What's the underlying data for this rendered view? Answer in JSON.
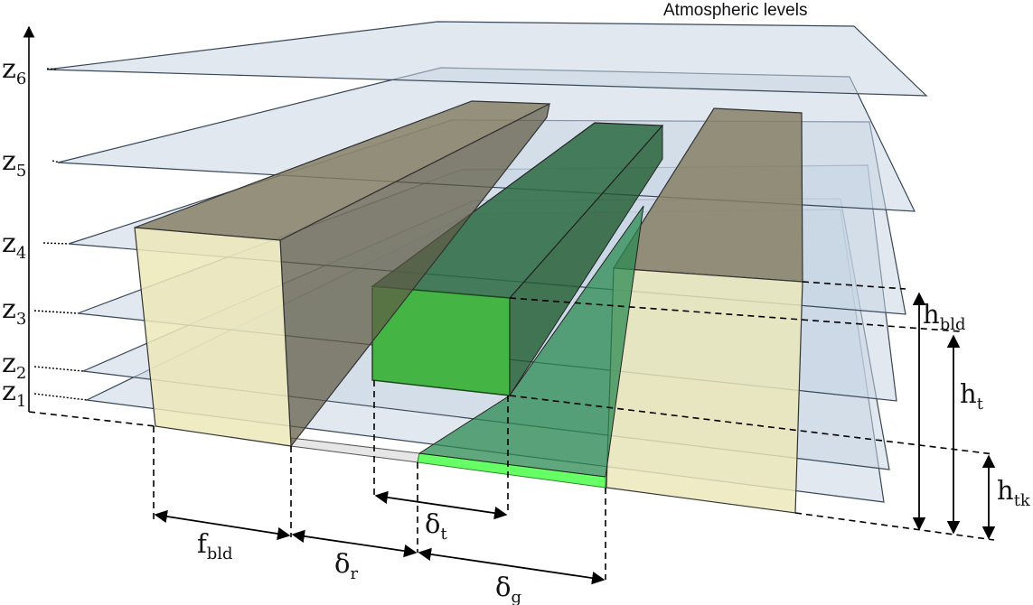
{
  "title": "Atmospheric levels",
  "levels": [
    {
      "main": "z",
      "sub": "6"
    },
    {
      "main": "z",
      "sub": "5"
    },
    {
      "main": "z",
      "sub": "4"
    },
    {
      "main": "z",
      "sub": "3"
    },
    {
      "main": "z",
      "sub": "2"
    },
    {
      "main": "z",
      "sub": "1"
    }
  ],
  "heights": {
    "bld": {
      "main": "h",
      "sub": "bld"
    },
    "t": {
      "main": "h",
      "sub": "t"
    },
    "tk": {
      "main": "h",
      "sub": "tk"
    }
  },
  "widths": {
    "fbld": {
      "main": "f",
      "sub": "bld"
    },
    "dr": {
      "main": "δ",
      "sub": "r"
    },
    "dt": {
      "main": "δ",
      "sub": "t"
    },
    "dg": {
      "main": "δ",
      "sub": "g"
    }
  },
  "colors": {
    "plane_fill": "#c8d6e4",
    "building_wall": "#ece8b8",
    "building_roof": "#847d60",
    "tree_front": "#44b444",
    "tree_top": "#2a6a42",
    "ground_green": "#66ff66",
    "road": "#e6e6e6"
  }
}
